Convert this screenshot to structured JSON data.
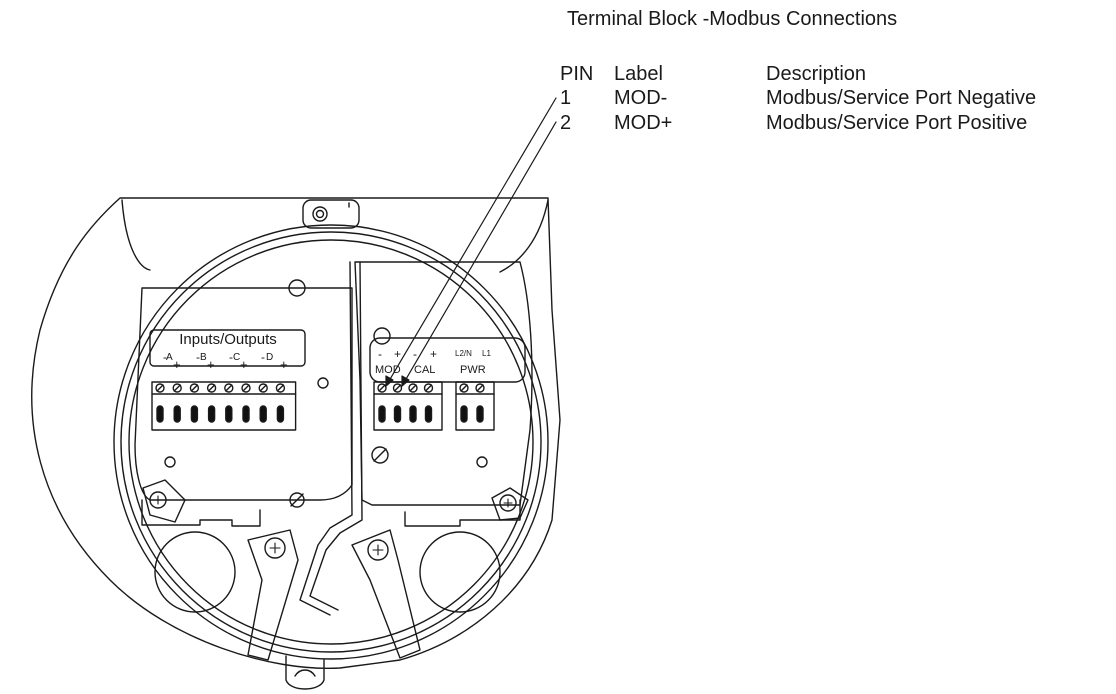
{
  "table": {
    "title": "Terminal Block -Modbus Connections",
    "headers": {
      "pin": "PIN",
      "label": "Label",
      "description": "Description"
    },
    "rows": [
      {
        "pin": "1",
        "label": "MOD-",
        "description": "Modbus/Service Port Negative"
      },
      {
        "pin": "2",
        "label": "MOD+",
        "description": "Modbus/Service Port Positive"
      }
    ]
  },
  "io_board": {
    "title": "Inputs/Outputs",
    "channels": [
      "A",
      "B",
      "C",
      "D"
    ],
    "minus": "-",
    "plus": "+"
  },
  "power_board": {
    "mod": "MOD",
    "cal": "CAL",
    "pwr": "PWR",
    "l2n": "L2/N",
    "l1": "L1",
    "minus": "-",
    "plus": "+"
  }
}
